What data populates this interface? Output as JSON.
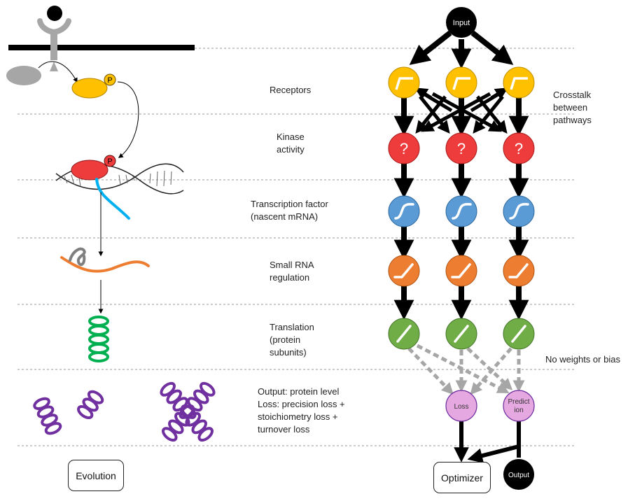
{
  "stages": {
    "receptors": "Receptors",
    "kinase": [
      "Kinase",
      "activity"
    ],
    "tf": [
      "Transcription factor",
      "(nascent mRNA)"
    ],
    "srna": [
      "Small RNA",
      "regulation"
    ],
    "translation": [
      "Translation",
      "(protein",
      "subunits)"
    ],
    "output": [
      "Output: protein level",
      "Loss: precision loss +",
      "stoichiometry loss +",
      "turnover loss"
    ]
  },
  "crosstalk": [
    "Crosstalk",
    "between",
    "pathways"
  ],
  "no_weights": "No weights or bias",
  "nodes": {
    "input": "Input",
    "kinase_mark": "?",
    "loss": "Loss",
    "prediction": [
      "Predict",
      "ion"
    ],
    "output": "Output"
  },
  "phospho_label": "P",
  "boxes": {
    "evolution": "Evolution",
    "optimizer": "Optimizer"
  },
  "colors": {
    "input": "#000000",
    "receptor": "#FFC000",
    "kinase": "#EE3B3B",
    "tf": "#5B9BD5",
    "srna": "#ED7D31",
    "translation": "#70AD47",
    "loss": "#E6A8E0",
    "protein": "#7030A0",
    "mrna": "#00B0F0",
    "helix_green": "#00B050"
  }
}
